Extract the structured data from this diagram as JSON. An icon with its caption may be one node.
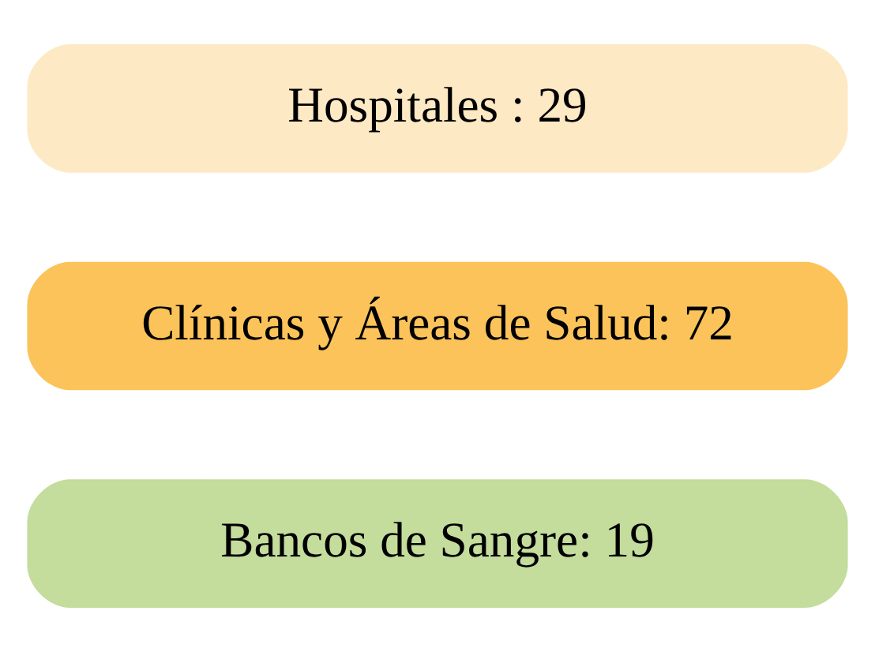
{
  "diagram": {
    "nodes": [
      {
        "text": [
          "Hospitales : 29"
        ]
      },
      {
        "text": [
          "Clínicas y Áreas de Salud: 72"
        ]
      },
      {
        "text": [
          "Bancos de Sangre: 19"
        ]
      }
    ]
  }
}
